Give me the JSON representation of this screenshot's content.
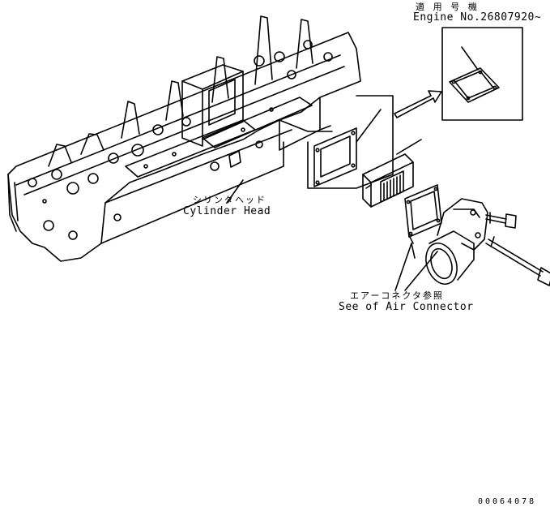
{
  "labels": {
    "applicable_jp": "適 用 号 機",
    "engine_no": "Engine No.26807920~",
    "cylinder_head_jp": "シリンダヘッド",
    "cylinder_head_en": "Cylinder Head",
    "air_connector_jp": "エアーコネクタ参照",
    "air_connector_en": "See of Air Connector",
    "drawing_code": "00064078"
  }
}
